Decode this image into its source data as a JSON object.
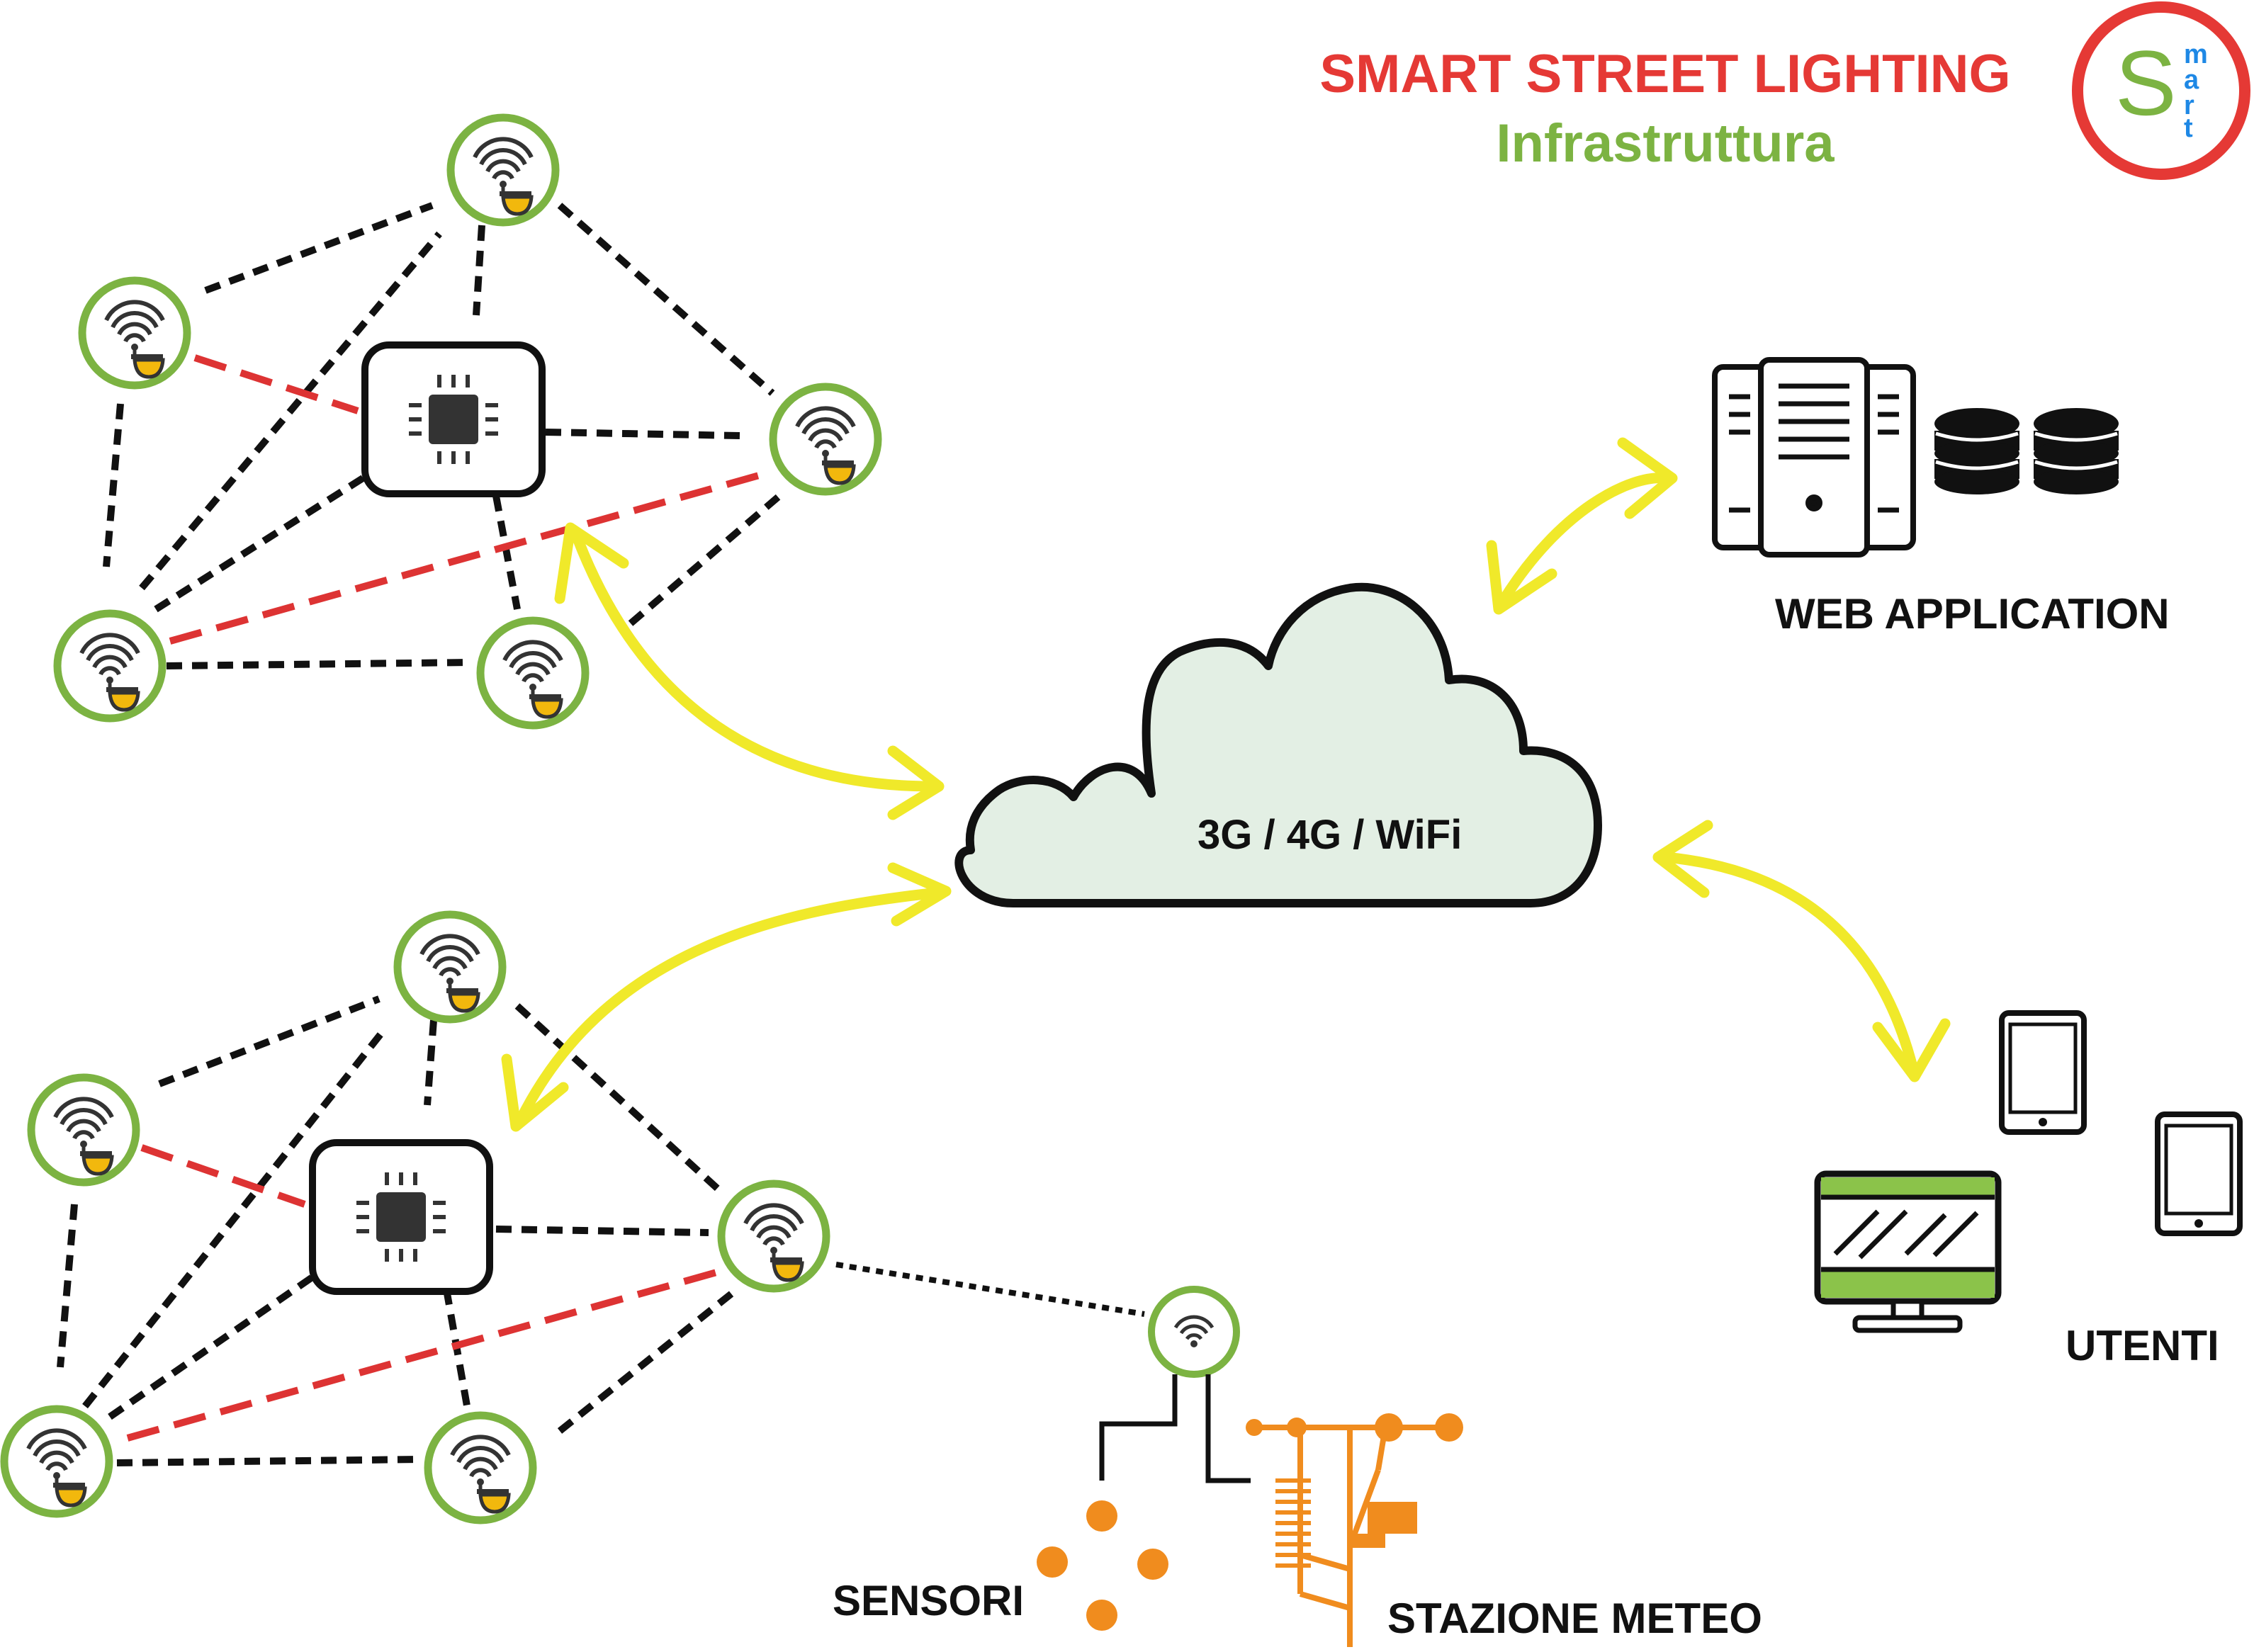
{
  "header": {
    "title": "SMART STREET LIGHTING",
    "subtitle": "Infrastruttura"
  },
  "logo": {
    "letter": "S",
    "side_letters": [
      "m",
      "a",
      "r",
      "t"
    ],
    "ring_color": "#e53935",
    "s_color": "#7cb342",
    "side_color": "#1e88e5"
  },
  "labels": {
    "cloud": "3G / 4G / WiFi",
    "web_application": "WEB APPLICATION",
    "utenti": "UTENTI",
    "sensori": "SENSORI",
    "stazione_meteo": "STAZIONE METEO"
  },
  "colors": {
    "title": "#e53935",
    "subtitle": "#7cb342",
    "node_ring": "#7cb342",
    "arrow": "#f0e92a",
    "red_link": "#dd3333",
    "black_link": "#111111",
    "cloud_fill": "#e3efe4",
    "sensor_orange": "#f08c1e",
    "lamp_yellow": "#f2b80d"
  },
  "icons": {
    "street_lamp_node": "wifi-lamp-icon",
    "gateway": "chip-gateway-icon",
    "cloud": "cloud-icon",
    "server": "server-rack-icon",
    "database": "database-icon",
    "tablet": "tablet-icon",
    "monitor": "monitor-icon",
    "sensor_hub": "wifi-sensor-icon",
    "weather_station": "weather-station-icon"
  }
}
